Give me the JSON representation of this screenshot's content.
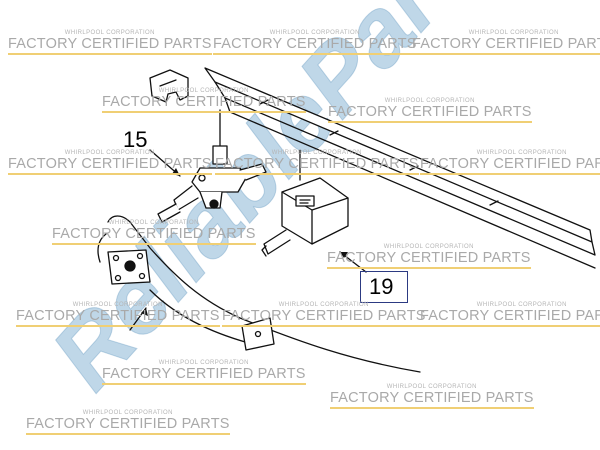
{
  "watermark": {
    "corp": "WHIRLPOOL CORPORATION",
    "text": "FACTORY CERTIFIED PARTS",
    "overlay_logo": "ReliableParts",
    "line_color": "#f0cf74",
    "logo_color": "#8bb6d6"
  },
  "callouts": [
    {
      "label": "15"
    },
    {
      "label": "19"
    }
  ]
}
